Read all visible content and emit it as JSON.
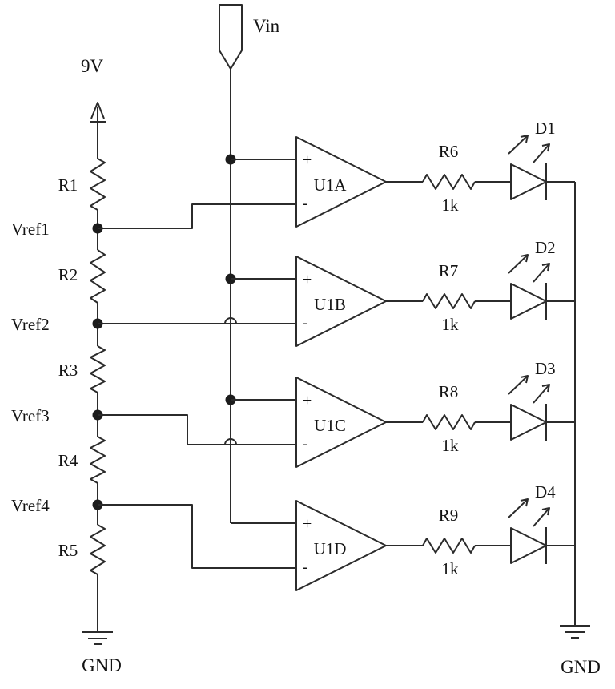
{
  "schematic": {
    "power_label": "9V",
    "input_label": "Vin",
    "ground_left_label": "GND",
    "ground_right_label": "GND",
    "divider_resistors": [
      {
        "name": "R1"
      },
      {
        "name": "R2"
      },
      {
        "name": "R3"
      },
      {
        "name": "R4"
      },
      {
        "name": "R5"
      }
    ],
    "taps": [
      {
        "name": "Vref1"
      },
      {
        "name": "Vref2"
      },
      {
        "name": "Vref3"
      },
      {
        "name": "Vref4"
      }
    ],
    "opamps": [
      {
        "name": "U1A",
        "plus": "+",
        "minus": "-"
      },
      {
        "name": "U1B",
        "plus": "+",
        "minus": "-"
      },
      {
        "name": "U1C",
        "plus": "+",
        "minus": "-"
      },
      {
        "name": "U1D",
        "plus": "+",
        "minus": "-"
      }
    ],
    "output_stages": [
      {
        "resistor": "R6",
        "value": "1k",
        "diode": "D1"
      },
      {
        "resistor": "R7",
        "value": "1k",
        "diode": "D2"
      },
      {
        "resistor": "R8",
        "value": "1k",
        "diode": "D3"
      },
      {
        "resistor": "R9",
        "value": "1k",
        "diode": "D4"
      }
    ],
    "colors": {
      "wire": "#2b2b2b",
      "text": "#131313",
      "background": "#ffffff"
    }
  }
}
